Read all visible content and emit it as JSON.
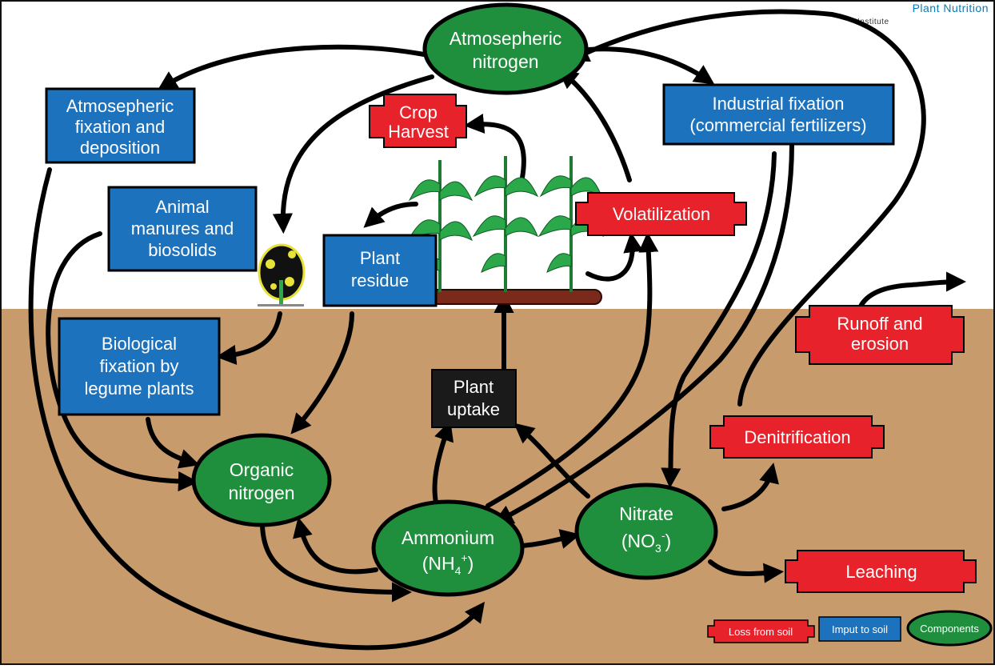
{
  "colors": {
    "soil": "#c89b6d",
    "input_blue": "#1d72bd",
    "loss_red": "#e8222b",
    "component_green": "#1f8f3d",
    "uptake_black": "#1a1a1a",
    "brand_blue": "#0c7ab5"
  },
  "brand": {
    "line1": "Plant Nutrition",
    "line2": "Institute"
  },
  "components": {
    "atmospheric_line1": "Atmosepheric",
    "atmospheric_line2": "nitrogen",
    "organic_line1": "Organic",
    "organic_line2": "nitrogen",
    "ammonium_line1": "Ammonium",
    "ammonium_line2": "(NH",
    "ammonium_sub": "4",
    "ammonium_sup": "+",
    "ammonium_close": ")",
    "nitrate_line1": "Nitrate",
    "nitrate_line2": "(NO",
    "nitrate_sub": "3",
    "nitrate_sup": "-",
    "nitrate_close": ")"
  },
  "inputs": {
    "atm_fixation_line1": "Atmosepheric",
    "atm_fixation_line2": "fixation and",
    "atm_fixation_line3": "deposition",
    "industrial_line1": "Industrial fixation",
    "industrial_line2": "(commercial fertilizers)",
    "manures_line1": "Animal",
    "manures_line2": "manures and",
    "manures_line3": "biosolids",
    "biological_line1": "Biological",
    "biological_line2": "fixation by",
    "biological_line3": "legume plants",
    "residue_line1": "Plant",
    "residue_line2": "residue"
  },
  "losses": {
    "crop_harvest_line1": "Crop",
    "crop_harvest_line2": "Harvest",
    "volatilization": "Volatilization",
    "runoff_line1": "Runoff and",
    "runoff_line2": "erosion",
    "denitrification": "Denitrification",
    "leaching": "Leaching"
  },
  "uptake": {
    "line1": "Plant",
    "line2": "uptake"
  },
  "legend": {
    "loss": "Loss from soil",
    "input": "Imput to soil",
    "components": "Components"
  }
}
